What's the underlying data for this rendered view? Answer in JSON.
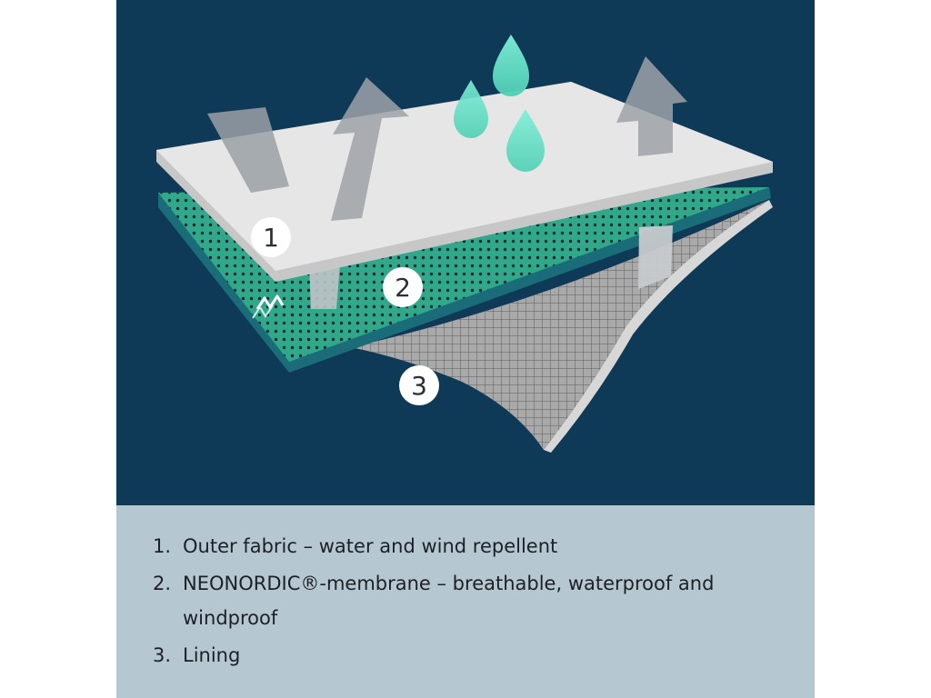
{
  "illustration": {
    "badges": [
      {
        "label": "1"
      },
      {
        "label": "2"
      },
      {
        "label": "3"
      }
    ],
    "colors": {
      "background": "#0f3a57",
      "outer_fabric": "#e6e6e6",
      "membrane": "#32a88a",
      "membrane_edge": "#1a6d78",
      "lining": "#9a9a9a",
      "droplets": "#6fe0c9",
      "arrows": "#9aa0a6"
    }
  },
  "legend": {
    "items": [
      {
        "num": "1.",
        "text": "Outer fabric – water and wind repellent"
      },
      {
        "num": "2.",
        "text": "NEONORDIC®-membrane – breathable, waterproof and windproof"
      },
      {
        "num": "3.",
        "text": "Lining"
      }
    ]
  }
}
